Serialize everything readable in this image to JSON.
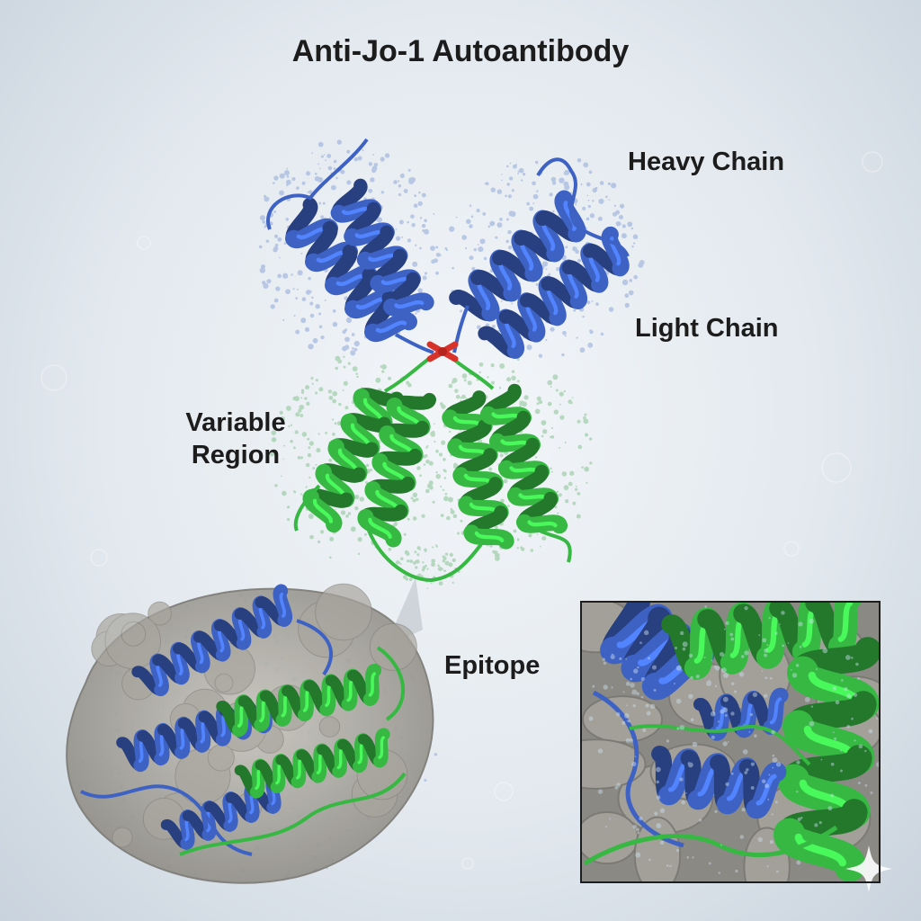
{
  "title": "Anti-Jo-1 Autoantibody",
  "labels": {
    "heavy_chain": "Heavy Chain",
    "light_chain": "Light Chain",
    "variable_region_line1": "Variable",
    "variable_region_line2": "Region",
    "epitope": "Epitope"
  },
  "colors": {
    "heavy_chain": "#3d62c4",
    "light_chain": "#36b843",
    "hinge": "#d8332a",
    "antigen_surface": "#b4b1aa"
  },
  "icons": [
    "sparkle-icon"
  ]
}
